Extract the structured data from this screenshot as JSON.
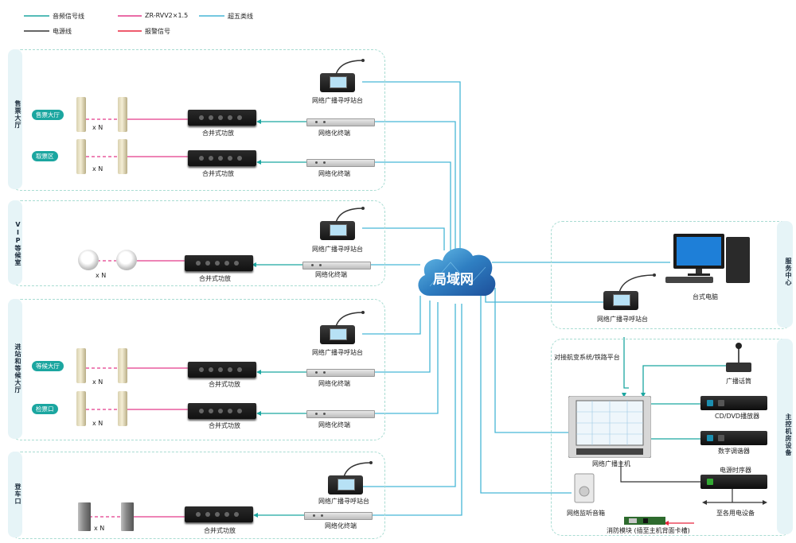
{
  "legend": {
    "audio_line": "音频信号线",
    "rvv_line": "ZR-RVV2×1.5",
    "cat5_line": "超五类线",
    "power_line": "电源线",
    "alarm_line": "报警信号"
  },
  "colors": {
    "audio": "#1ba6a0",
    "rvv": "#e33b8a",
    "cat5": "#47b6d6",
    "power": "#333333",
    "alarm": "#e8263d",
    "zone_border": "#a8dcd2",
    "cloud": "#2f7fc2"
  },
  "cloud": {
    "label": "局域网"
  },
  "zones": {
    "ticket": {
      "title": "售票大厅",
      "areas": [
        "售票大厅",
        "取票区"
      ],
      "station": "网络广播寻呼站台",
      "amp": "合并式功放",
      "terminal": "网络化终端",
      "count": "x N"
    },
    "vip": {
      "title": "VIP等候室",
      "station": "网络广播寻呼站台",
      "amp": "合并式功放",
      "terminal": "网络化终端",
      "count": "x N"
    },
    "waiting": {
      "title": "进站和等候大厅",
      "areas": [
        "等候大厅",
        "检票口"
      ],
      "station": "网络广播寻呼站台",
      "amp": "合并式功放",
      "terminal": "网络化终端",
      "count": "x N"
    },
    "boarding": {
      "title": "登车口",
      "station": "网络广播寻呼站台",
      "amp": "合并式功放",
      "terminal": "网络化终端",
      "count": "x N"
    },
    "service": {
      "title": "服务中心",
      "pc": "台式电脑",
      "station": "网络广播寻呼站台"
    },
    "control": {
      "title": "主控机房设备",
      "external": "对接航变系统/铁路平台",
      "mic": "广播话筒",
      "cd": "CD/DVD播放器",
      "tuner": "数字调谐器",
      "host": "网络广播主机",
      "power_seq": "电源时序器",
      "to_equipment": "至各用电设备",
      "monitor": "网络监听音箱",
      "fire": "消防模块 (插至主机背面卡槽)"
    }
  }
}
